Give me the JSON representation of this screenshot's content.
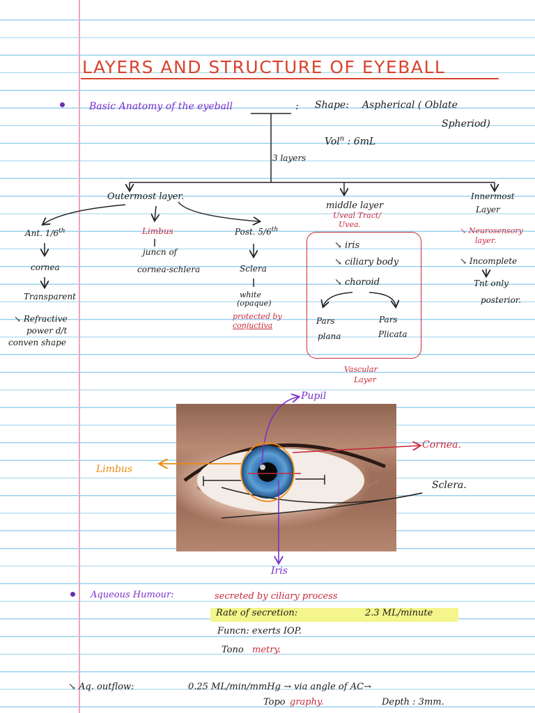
{
  "title": "LAYERS AND STRUCTURE OF EYEBALL",
  "colors": {
    "red": "#c8283a",
    "purple": "#7a2fc9",
    "orange": "#ee8a10",
    "title": "#d9432f",
    "highlight": "#f4f58a",
    "ruled_line": "#9ad2ee",
    "margin_line": "#f2a5b8"
  },
  "anatomy": {
    "heading": "Basic Anatomy of the eyeball",
    "shape_label": "Shape:",
    "shape_value_1": "Aspherical ( Oblate",
    "shape_value_2": "Spheriod)",
    "volume_label": "Vol",
    "volume_super": "n",
    "volume_value": ": 6mL",
    "layers_count": "3 layers"
  },
  "outer": {
    "heading": "Outermost layer.",
    "ant": {
      "label": "Ant. 1/6",
      "super": "th",
      "c1": "cornea",
      "c2": "Transparent",
      "c3": "↘ Refractive",
      "c4": "power d/t",
      "c5": "conven shape"
    },
    "limbus": {
      "label": "Limbus",
      "c1": "juncn of",
      "c2": "cornea-schlera"
    },
    "post": {
      "label": "Post. 5/6",
      "super": "th",
      "c1": "Sclera",
      "c2": "white",
      "c3": "(opaque)",
      "c4": "protected by",
      "c5": "conjuctiva"
    }
  },
  "middle": {
    "heading": "middle layer",
    "sub1": "Uveal Tract/",
    "sub2": "Uvea.",
    "items": [
      "↘ iris",
      "↘ ciliary body",
      "↘ choroid"
    ],
    "pars_1a": "Pars",
    "pars_1b": "plana",
    "pars_2a": "Pars",
    "pars_2b": "Plicata",
    "vascular_1": "Vascular",
    "vascular_2": "Layer"
  },
  "inner": {
    "heading_1": "Innermost",
    "heading_2": "Layer",
    "item_1a": "↘ Neurosensory",
    "item_1b": "layer.",
    "item_2": "↘ Incomplete",
    "item_2b": "Tnt only",
    "item_2c": "posterior."
  },
  "eye_labels": {
    "pupil": "Pupil",
    "cornea": "Cornea.",
    "limbus": "Limbus",
    "sclera": "Sclera.",
    "iris": "Iris"
  },
  "aqueous": {
    "heading": "Aqueous Humour:",
    "secreted": "secreted by ciliary process",
    "rate_label": "Rate of secretion:",
    "rate_value": "2.3 ML/minute",
    "func": "Funcn: exerts IOP.",
    "tono_1": "Tono",
    "tono_2": "metry."
  },
  "outflow": {
    "label": "↘ Aq. outflow:",
    "value": "0.25 ML/min/mmHg → via angle of AC→",
    "topo_1": "Topo",
    "topo_2": "graphy.",
    "depth": "Depth : 3mm."
  }
}
